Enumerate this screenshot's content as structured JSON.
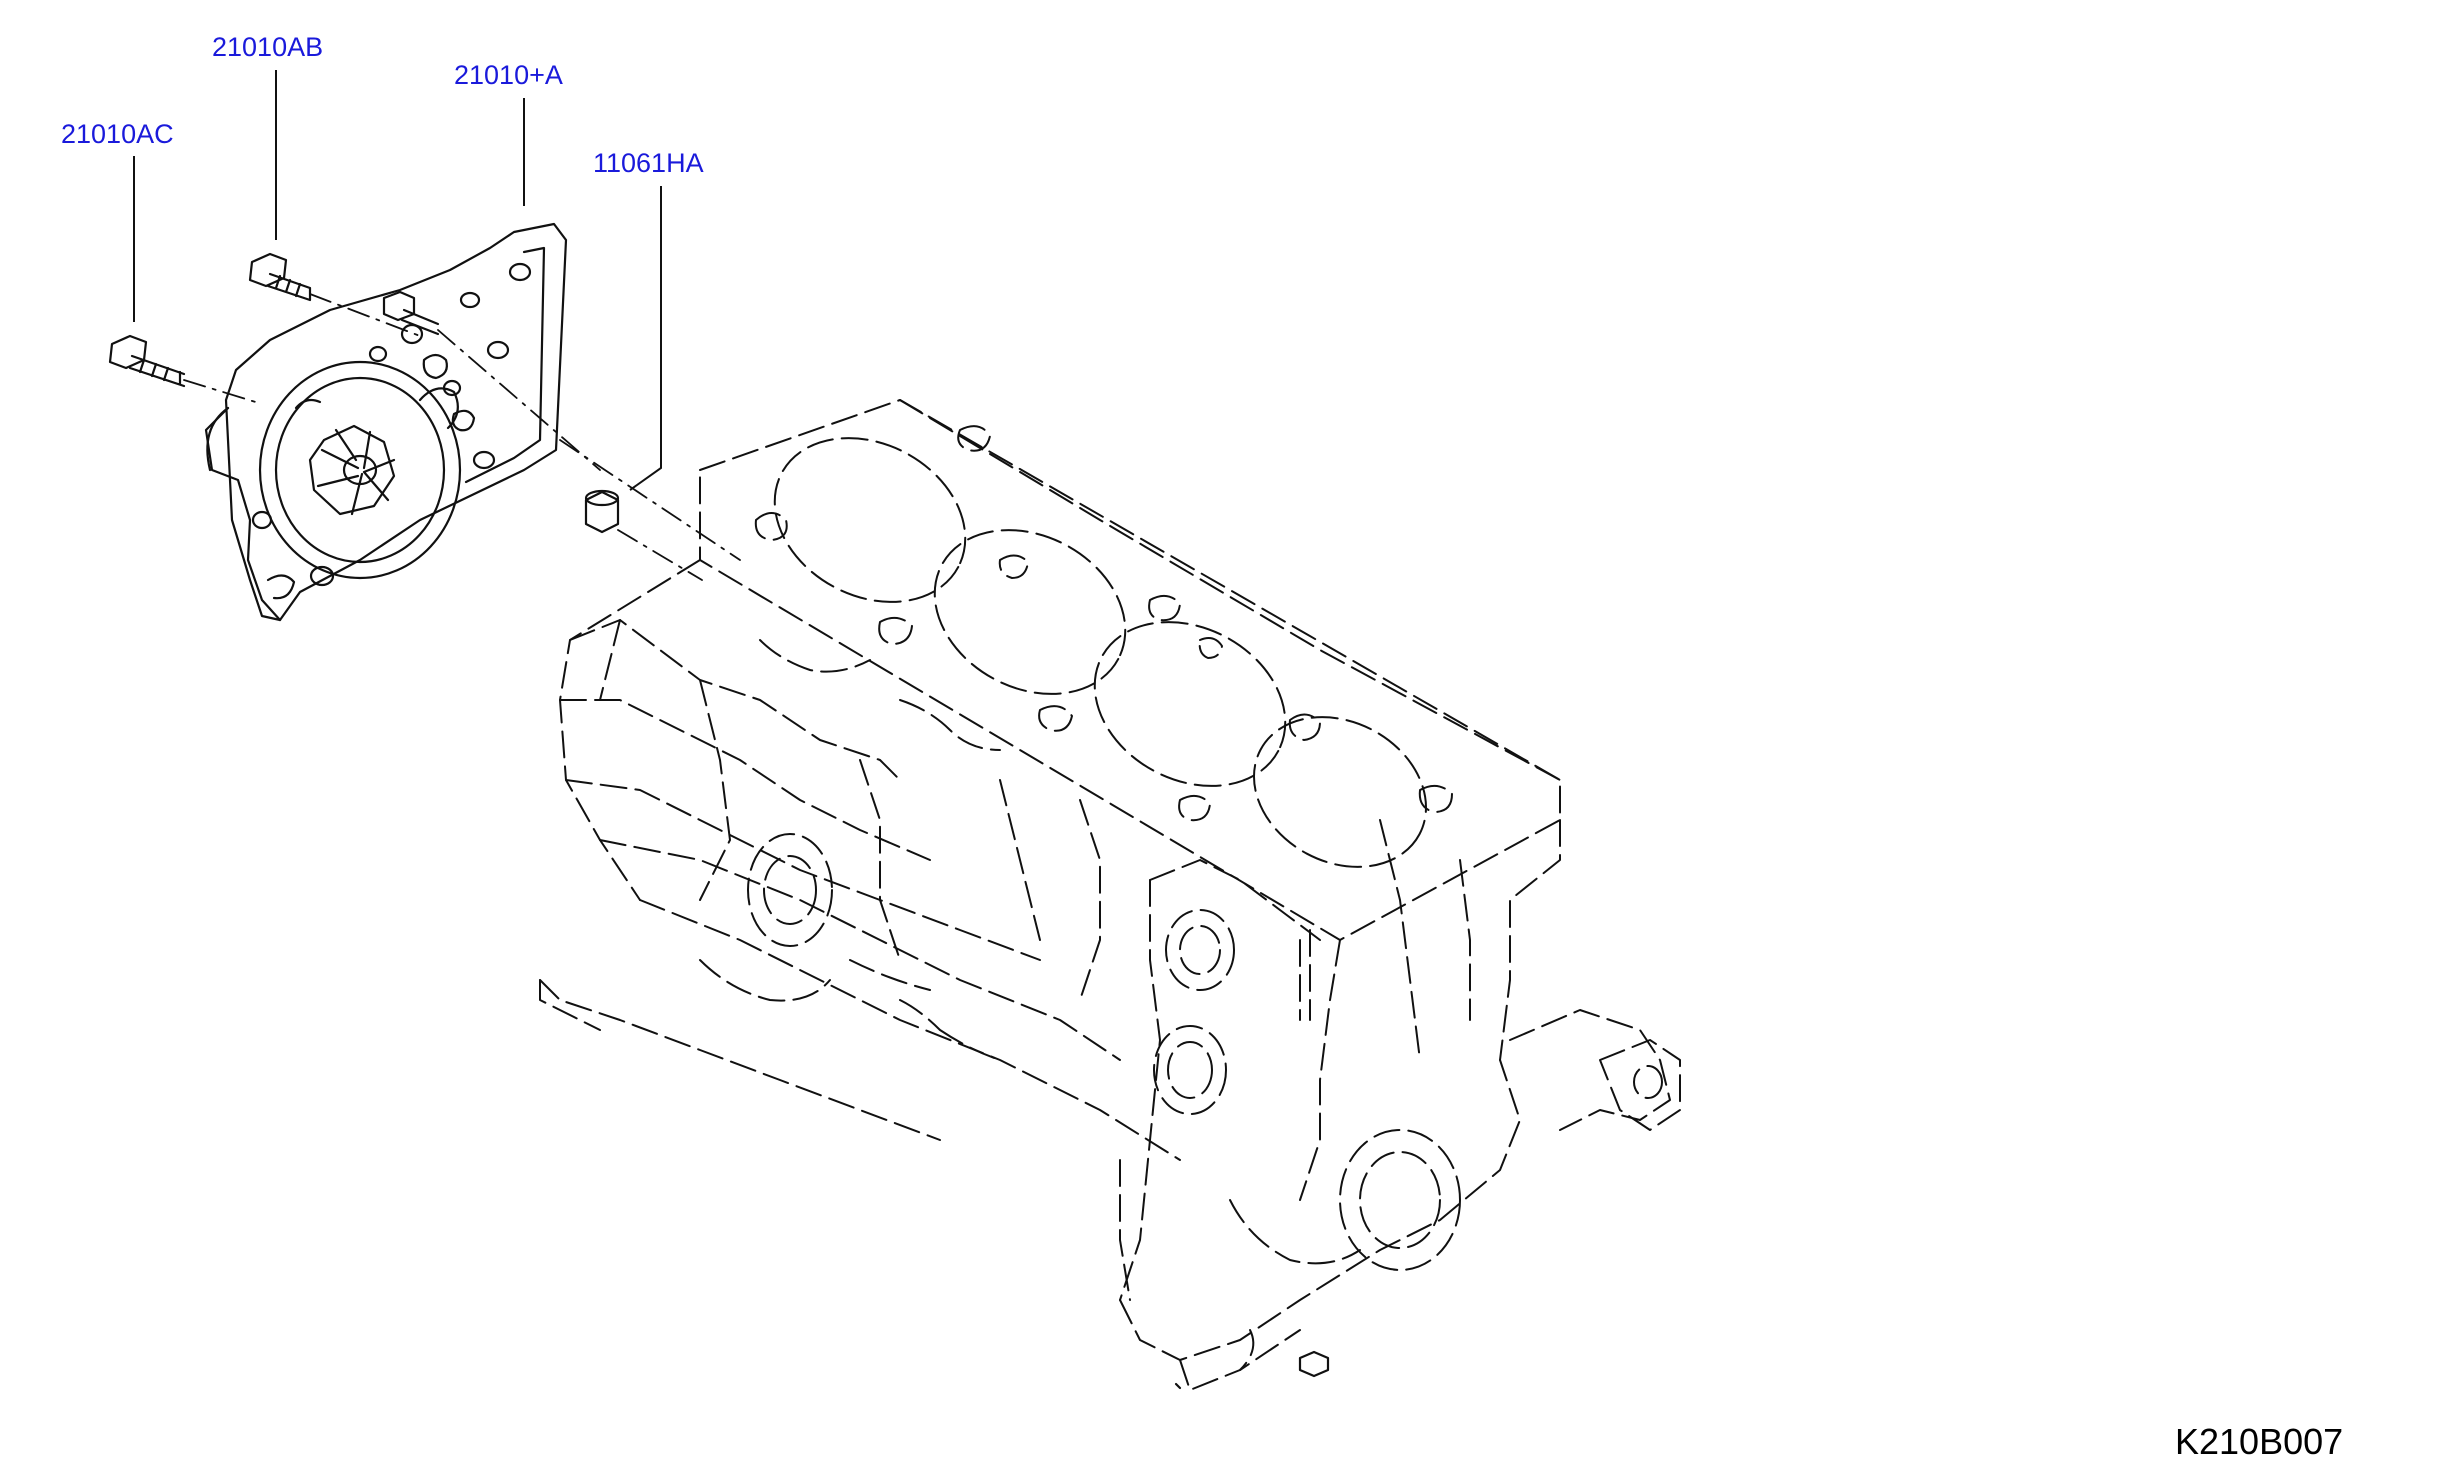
{
  "callouts": {
    "label_21010AB": "21010AB",
    "label_21010plusA": "21010+A",
    "label_21010AC": "21010AC",
    "label_11061HA": "11061HA"
  },
  "diagram_code": "K210B007",
  "colors": {
    "callout": "#1a1adb",
    "line": "#111111",
    "background": "#ffffff"
  }
}
